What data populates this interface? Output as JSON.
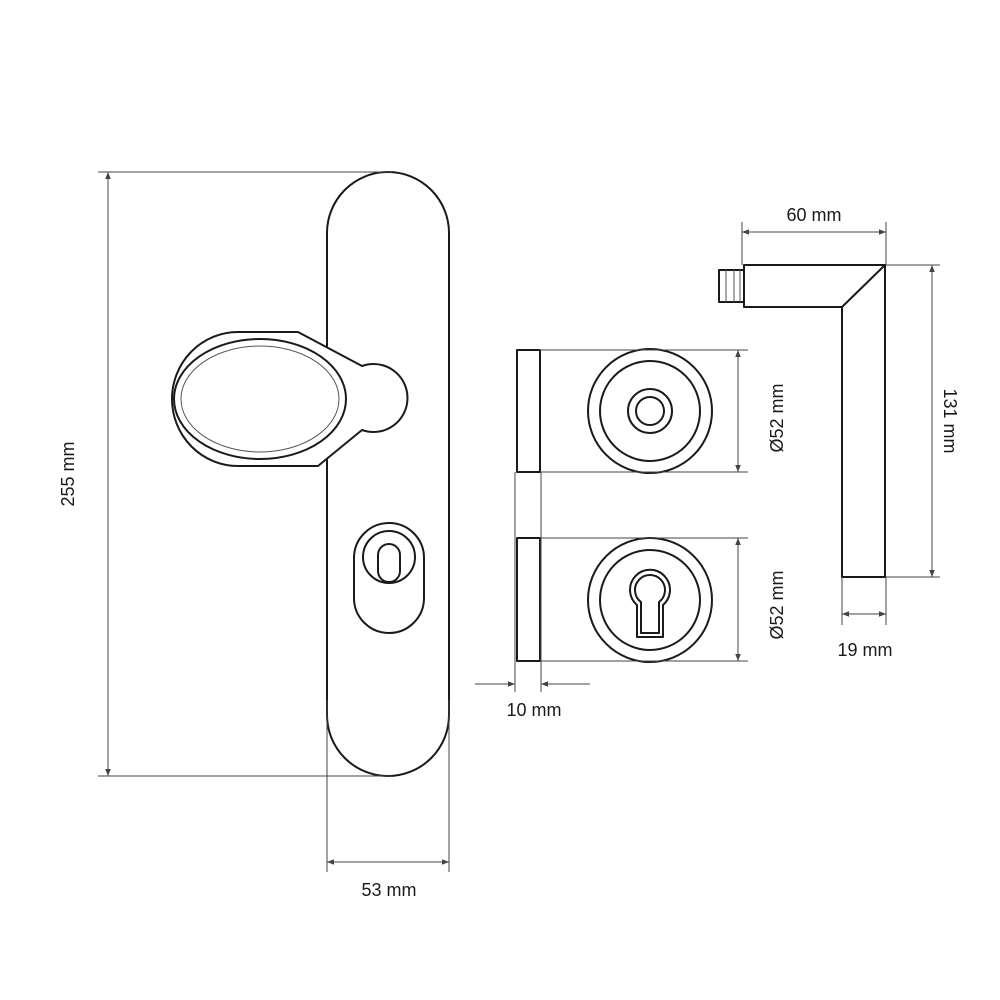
{
  "diagram": {
    "dimensions": {
      "plate_height": "255 mm",
      "plate_width": "53 mm",
      "rose_thickness": "10 mm",
      "rose_diameter_top": "Ø52 mm",
      "rose_diameter_bottom": "Ø52 mm",
      "lever_length": "60 mm",
      "lever_height": "131 mm",
      "lever_width": "19 mm"
    },
    "line_color": "#1a1a1a"
  }
}
